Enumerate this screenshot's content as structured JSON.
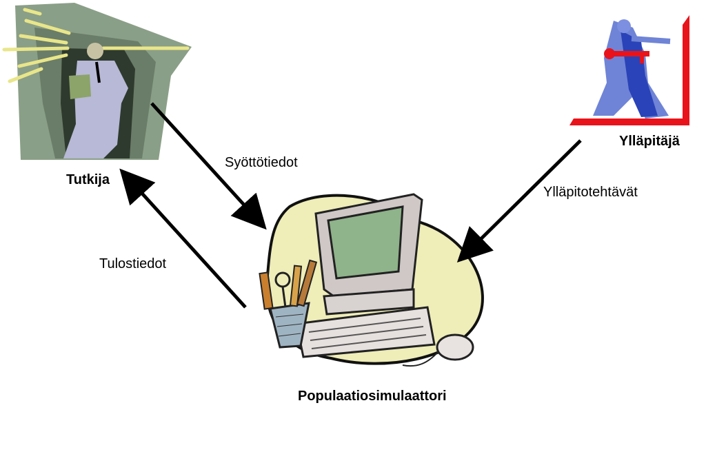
{
  "nodes": {
    "researcher": {
      "label": "Tutkija",
      "icon": "researcher-clipart-icon"
    },
    "maintainer": {
      "label": "Ylläpitäjä",
      "icon": "maintainer-key-clipart-icon"
    },
    "simulator": {
      "label": "Populaatiosimulaattori",
      "icon": "computer-clipart-icon"
    }
  },
  "edges": {
    "input": {
      "label": "Syöttötiedot",
      "from": "researcher",
      "to": "simulator"
    },
    "output": {
      "label": "Tulostiedot",
      "from": "simulator",
      "to": "researcher"
    },
    "maintenance": {
      "label": "Ylläpitotehtävät",
      "from": "maintainer",
      "to": "simulator"
    }
  },
  "colors": {
    "arrow": "#000000",
    "blob": "#efedb8",
    "monitor_screen": "#8fb38a",
    "maintainer_frame": "#e8131b",
    "researcher_bg": "#8a9f87"
  }
}
